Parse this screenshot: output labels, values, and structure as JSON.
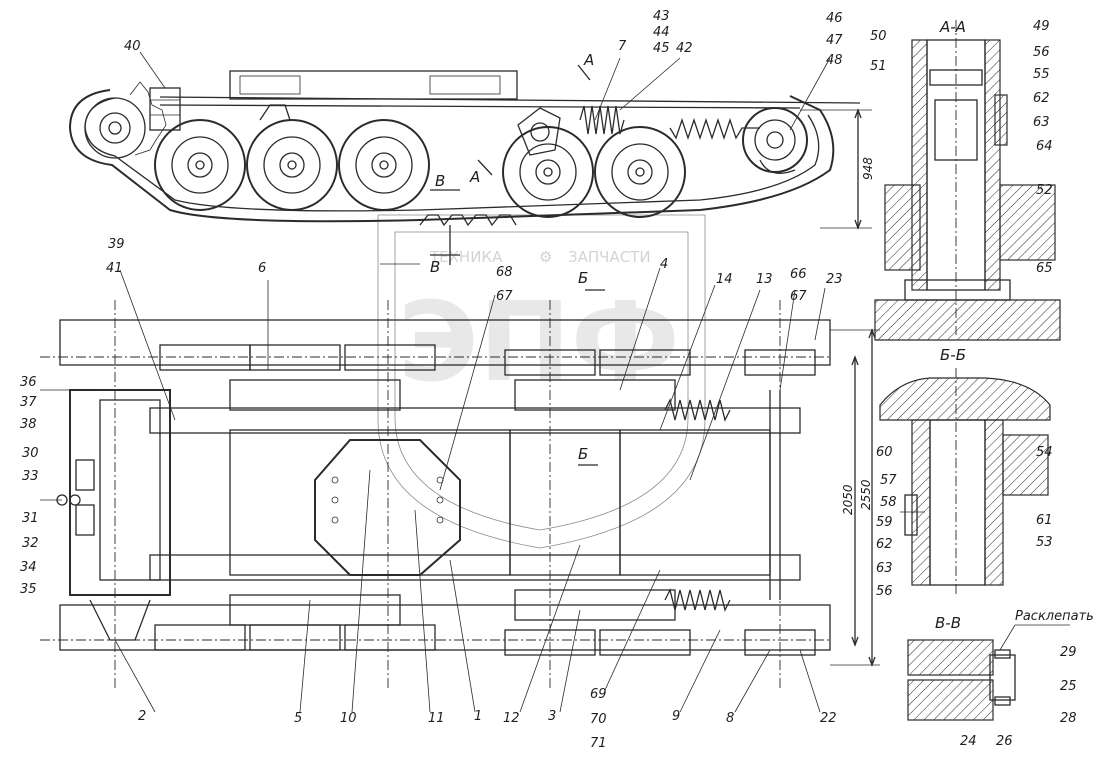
{
  "watermark": {
    "brand": "ТЕХНИКА",
    "suffix": "ЗАПЧАСТИ",
    "logo_text": "ЭПФ"
  },
  "sections": {
    "aa": "А-А",
    "bb": "Б-Б",
    "vv": "В-В",
    "cut_a_top": "А",
    "cut_a_bottom": "А",
    "cut_b_top": "Б",
    "cut_b_bottom": "Б",
    "cut_v_top": "В",
    "cut_v_bottom": "В"
  },
  "dimensions": {
    "height": "948",
    "width_track": "2050",
    "width_total": "2550"
  },
  "note": "Расклепать",
  "labels": {
    "l40": "40",
    "l7": "7",
    "l43": "43",
    "l44": "44",
    "l45": "45",
    "l42": "42",
    "l46": "46",
    "l47": "47",
    "l48": "48",
    "l39": "39",
    "l41": "41",
    "l6": "6",
    "l68": "68",
    "l67a": "67",
    "l4": "4",
    "l14": "14",
    "l13": "13",
    "l66": "66",
    "l67b": "67",
    "l23": "23",
    "l36": "36",
    "l37": "37",
    "l38": "38",
    "l30": "30",
    "l33": "33",
    "l31": "31",
    "l32": "32",
    "l34": "34",
    "l35": "35",
    "l2": "2",
    "l5": "5",
    "l10": "10",
    "l11": "11",
    "l1": "1",
    "l12": "12",
    "l3": "3",
    "l69": "69",
    "l70": "70",
    "l71": "71",
    "l9": "9",
    "l8": "8",
    "l22": "22",
    "l50": "50",
    "l51": "51",
    "l49": "49",
    "l56a": "56",
    "l55": "55",
    "l62a": "62",
    "l63a": "63",
    "l64": "64",
    "l52": "52",
    "l65": "65",
    "l54": "54",
    "l60": "60",
    "l57": "57",
    "l58": "58",
    "l59": "59",
    "l62b": "62",
    "l63b": "63",
    "l56b": "56",
    "l61": "61",
    "l53": "53",
    "l29": "29",
    "l25": "25",
    "l28": "28",
    "l24": "24",
    "l26": "26"
  }
}
